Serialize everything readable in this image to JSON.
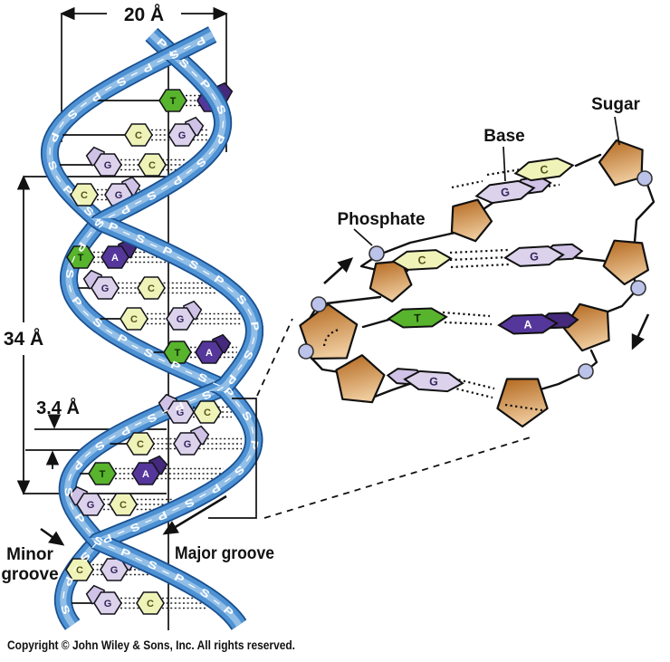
{
  "measurements": {
    "diameter": "20 Å",
    "turn_length": "34 Å",
    "base_spacing": "3.4 Å"
  },
  "labels": {
    "minor_groove_line1": "Minor",
    "minor_groove_line2": "groove",
    "major_groove": "Major groove",
    "phosphate": "Phosphate",
    "base": "Base",
    "sugar": "Sugar"
  },
  "copyright": "Copyright © John Wiley & Sons, Inc. All rights reserved.",
  "backbone": {
    "letters": [
      "P",
      "S"
    ],
    "separator": " – "
  },
  "helix": {
    "pairs": [
      [
        "T",
        "A"
      ],
      [
        "C",
        "G"
      ],
      [
        "G",
        "C"
      ],
      [
        "C",
        "G"
      ],
      [
        "T",
        "A"
      ],
      [
        "G",
        "C"
      ],
      [
        "C",
        "G"
      ],
      [
        "T",
        "A"
      ],
      [
        "G",
        "C"
      ],
      [
        "C",
        "G"
      ],
      [
        "T",
        "A"
      ],
      [
        "G",
        "C"
      ],
      [
        "C",
        "G"
      ],
      [
        "G",
        "C"
      ]
    ]
  },
  "flat": {
    "rows": [
      {
        "left": "G",
        "right": "C"
      },
      {
        "left": "C",
        "right": "G"
      },
      {
        "left": "T",
        "right": "A"
      },
      {
        "left": "G",
        "right": ""
      }
    ]
  },
  "colors": {
    "ribbon_main": "#4e92d4",
    "ribbon_edge": "#1a4f8e",
    "ribbon_light": "#abcdee",
    "base_fill": {
      "A": "#55379b",
      "T": "#58b32d",
      "G": "#dcd2ec",
      "C": "#eff3b8"
    },
    "base_ring2": {
      "A": "#44297c",
      "G": "#cfc2e6"
    },
    "base_letter": {
      "A": "#ffffff",
      "T": "#0f2b06",
      "G": "#33245c",
      "C": "#55531a"
    },
    "sugar_dark": "#b2661c",
    "sugar_light": "#eeca9c",
    "phosphate_fill": "#bcc3ea",
    "line": "#111111"
  }
}
